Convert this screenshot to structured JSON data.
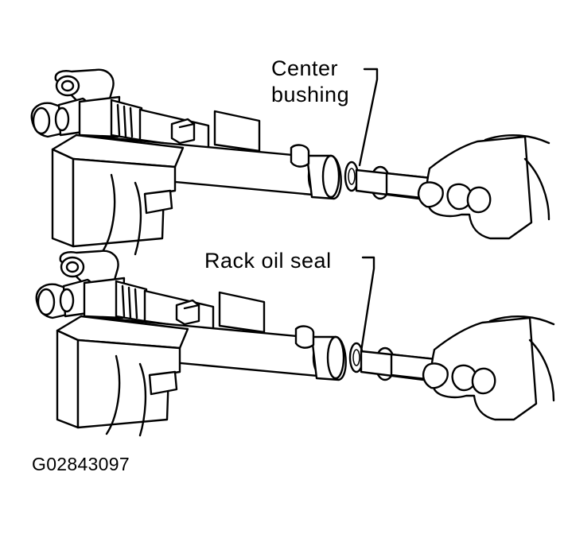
{
  "labels": {
    "center_bushing_line1": "Center",
    "center_bushing_line2": "bushing",
    "rack_oil_seal": "Rack oil seal",
    "figure_code": "G02843097"
  },
  "colors": {
    "ink": "#000000",
    "paper": "#ffffff"
  }
}
